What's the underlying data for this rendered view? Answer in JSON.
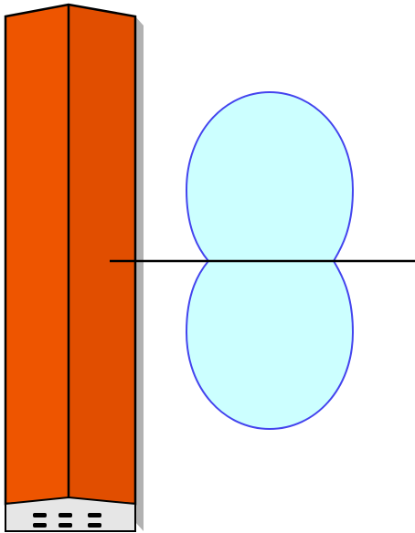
{
  "diagram": {
    "elements": [
      {
        "name": "dipole-antenna-panel",
        "kind": "panel"
      },
      {
        "name": "radiation-pattern-lobe-upper",
        "kind": "lobe"
      },
      {
        "name": "radiation-pattern-lobe-lower",
        "kind": "lobe"
      },
      {
        "name": "axis-line",
        "kind": "line"
      }
    ]
  },
  "colors": {
    "panel_front": "#EE5500",
    "panel_side": "#E14E00",
    "panel_shade": "#B2B2B2",
    "panel_edge": "#000000",
    "panel_base": "#E6E6E6",
    "lobe_fill": "#CCFFFF",
    "lobe_stroke": "#4444EE",
    "axis": "#000000"
  }
}
